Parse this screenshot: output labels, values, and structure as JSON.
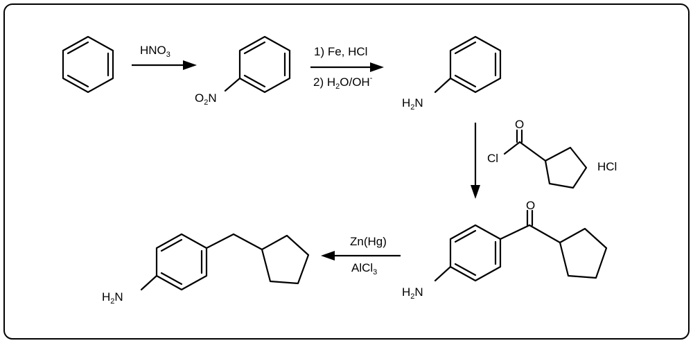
{
  "steps": {
    "nitration": {
      "reagent_main": "HNO",
      "reagent_sub": "3"
    },
    "reduction": {
      "line1": "1) Fe, HCl",
      "line2_a": "2) H",
      "line2_sub": "2",
      "line2_b": "O/OH",
      "line2_sup": "-"
    },
    "acylation": {
      "acid": "HCl"
    },
    "clemmensen": {
      "line1": "Zn(Hg)",
      "line2_main": "AlCl",
      "line2_sub": "3"
    }
  },
  "atoms": {
    "nitro_o": "O",
    "nitro_sub": "2",
    "nitro_n": "N",
    "amine_h": "H",
    "amine_sub": "2",
    "amine_n": "N",
    "oxygen": "O",
    "chlorine": "Cl"
  }
}
